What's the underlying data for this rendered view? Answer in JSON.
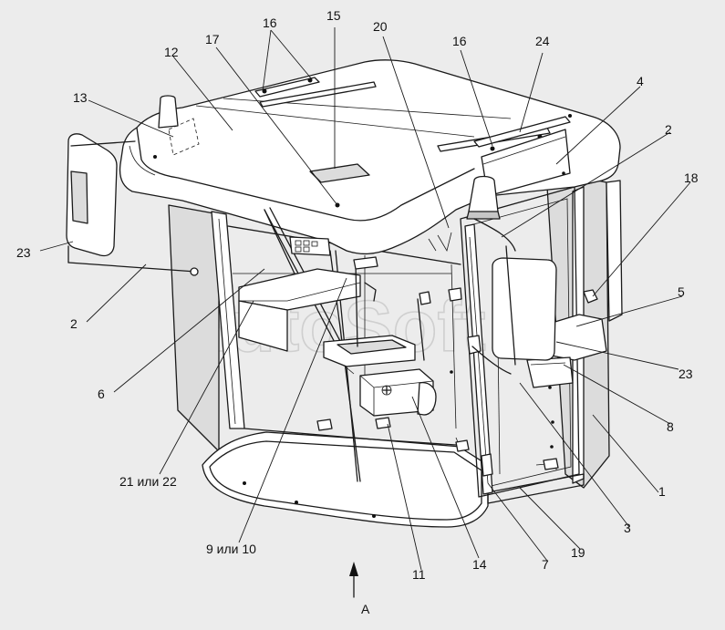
{
  "diagram": {
    "watermark": "AutoSoft",
    "view_label": "А",
    "callouts": [
      {
        "id": "c-16a",
        "label": "16"
      },
      {
        "id": "c-15",
        "label": "15"
      },
      {
        "id": "c-20",
        "label": "20"
      },
      {
        "id": "c-16b",
        "label": "16"
      },
      {
        "id": "c-24",
        "label": "24"
      },
      {
        "id": "c-17",
        "label": "17"
      },
      {
        "id": "c-12",
        "label": "12"
      },
      {
        "id": "c-13",
        "label": "13"
      },
      {
        "id": "c-4",
        "label": "4"
      },
      {
        "id": "c-2a",
        "label": "2"
      },
      {
        "id": "c-18",
        "label": "18"
      },
      {
        "id": "c-23a",
        "label": "23"
      },
      {
        "id": "c-5",
        "label": "5"
      },
      {
        "id": "c-2b",
        "label": "2"
      },
      {
        "id": "c-23b",
        "label": "23"
      },
      {
        "id": "c-6",
        "label": "6"
      },
      {
        "id": "c-8",
        "label": "8"
      },
      {
        "id": "c-1",
        "label": "1"
      },
      {
        "id": "c-21",
        "label": "21 или 22"
      },
      {
        "id": "c-3",
        "label": "3"
      },
      {
        "id": "c-9",
        "label": "9 или 10"
      },
      {
        "id": "c-19",
        "label": "19"
      },
      {
        "id": "c-11",
        "label": "11"
      },
      {
        "id": "c-14",
        "label": "14"
      },
      {
        "id": "c-7",
        "label": "7"
      }
    ]
  }
}
